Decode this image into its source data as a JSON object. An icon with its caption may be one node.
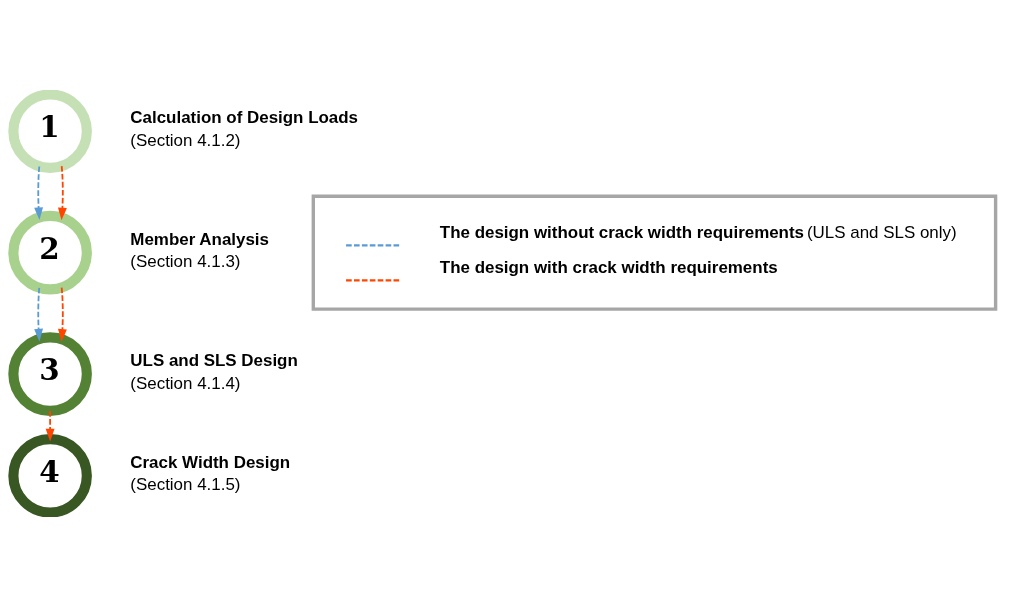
{
  "diagram": {
    "nodes": [
      {
        "text": [
          "1"
        ],
        "beside": [
          "Calculation of Design Loads",
          "(Section 4.1.2)"
        ]
      },
      {
        "text": [
          "2"
        ],
        "beside": [
          "Member Analysis",
          "(Section 4.1.3)"
        ]
      },
      {
        "text": [
          "3"
        ],
        "beside": [
          "ULS and SLS Design",
          "(Section 4.1.4)"
        ]
      },
      {
        "text": [
          "4"
        ],
        "beside": [
          "Crack Width Design",
          "(Section 4.1.5)"
        ]
      }
    ],
    "edges": [
      {
        "from": 0,
        "to": 1,
        "arrow": "to",
        "style": "dashed",
        "color": "#5b9bd5"
      },
      {
        "from": 0,
        "to": 1,
        "arrow": "to",
        "style": "dashed"
      },
      {
        "from": 1,
        "to": 2,
        "arrow": "to",
        "style": "dashed",
        "color": "#5b9bd5"
      },
      {
        "from": 1,
        "to": 2,
        "arrow": "to",
        "style": "dashed"
      },
      {
        "from": 2,
        "to": 3,
        "arrow": "to",
        "style": "dashed"
      }
    ],
    "legend": [
      {
        "text": "**The design without crack width requirements** (ULS and SLS only)"
      },
      {
        "text": "**The design with crack width requirements**"
      }
    ]
  }
}
